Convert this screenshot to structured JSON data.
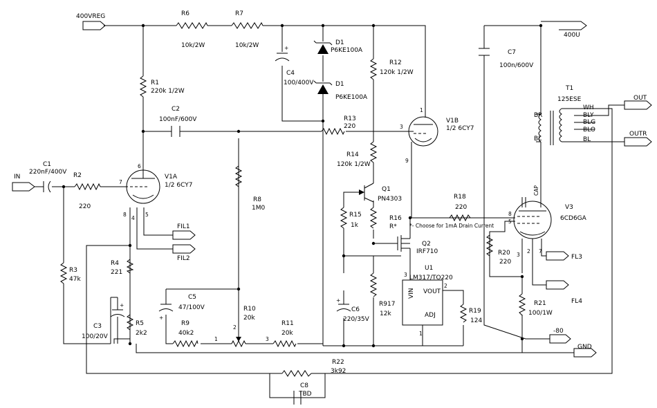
{
  "ports": {
    "v400reg": "400VREG",
    "in": "IN",
    "out400u": "400U",
    "out": "OUT",
    "outr": "OUTR",
    "fil1": "FIL1",
    "fil2": "FIL2",
    "fl3": "FL3",
    "fl4": "FL4",
    "gnd": "GND",
    "neg80": "-80"
  },
  "components": {
    "r6": {
      "ref": "R6",
      "value": "10k/2W"
    },
    "r7": {
      "ref": "R7",
      "value": "10k/2W"
    },
    "r1": {
      "ref": "R1",
      "value": "220k 1/2W"
    },
    "c2": {
      "ref": "C2",
      "value": "100nF/600V"
    },
    "c4": {
      "ref": "C4",
      "value": "100/400V"
    },
    "d1a": {
      "ref": "D1",
      "value": "P6KE100A"
    },
    "d1b": {
      "ref": "D1",
      "value": "P6KE100A"
    },
    "r12": {
      "ref": "R12",
      "value": "120k 1/2W"
    },
    "r13": {
      "ref": "R13",
      "value": "220"
    },
    "r14": {
      "ref": "R14",
      "value": "120k 1/2W"
    },
    "v1b": {
      "ref": "V1B",
      "value": "1/2 6CY7"
    },
    "c7": {
      "ref": "C7",
      "value": "100n/600V"
    },
    "t1": {
      "ref": "T1",
      "value": "125ESE"
    },
    "c1": {
      "ref": "C1",
      "value": "220nF/400V"
    },
    "r2": {
      "ref": "R2",
      "value": "220"
    },
    "v1a": {
      "ref": "V1A",
      "value": "1/2 6CY7"
    },
    "r8": {
      "ref": "R8",
      "value": "1M0"
    },
    "q1": {
      "ref": "Q1",
      "value": "PN4303"
    },
    "r15": {
      "ref": "R15",
      "value": "1k"
    },
    "r16": {
      "ref": "R16",
      "value": "R*"
    },
    "note": "*- Choose for 1mA Drain Current",
    "q2": {
      "ref": "Q2",
      "value": "IRF710"
    },
    "r18": {
      "ref": "R18",
      "value": "220"
    },
    "v3": {
      "ref": "V3",
      "value": "6CD6GA"
    },
    "r3": {
      "ref": "R3",
      "value": "47k"
    },
    "r4": {
      "ref": "R4",
      "value": "221"
    },
    "c5": {
      "ref": "C5",
      "value": "47/100V"
    },
    "r10": {
      "ref": "R10",
      "value": "20k"
    },
    "u1": {
      "ref": "U1",
      "value": "LM317/TO220"
    },
    "r20": {
      "ref": "R20",
      "value": "220"
    },
    "c3": {
      "ref": "C3",
      "value": "100/20V"
    },
    "r5": {
      "ref": "R5",
      "value": "2k2"
    },
    "r9": {
      "ref": "R9",
      "value": "40k2"
    },
    "r11": {
      "ref": "R11",
      "value": "20k"
    },
    "c6": {
      "ref": "C6",
      "value": "220/35V"
    },
    "r917": {
      "ref": "R917",
      "value": "12k"
    },
    "r19": {
      "ref": "R19",
      "value": "124"
    },
    "r21": {
      "ref": "R21",
      "value": "100/1W"
    },
    "r22": {
      "ref": "R22",
      "value": "3k92"
    },
    "c8": {
      "ref": "C8",
      "value": "TBD"
    }
  },
  "u1_pins": {
    "vin": "VIN",
    "vout": "VOUT",
    "adj": "ADJ"
  },
  "t1_pins": {
    "br": "BR",
    "bl": "BL",
    "wh": "WH",
    "bly": "BLY",
    "blg": "BLG",
    "blo": "BLO",
    "blp": "BL"
  },
  "v3_cap": "CAP",
  "pins": {
    "v1b_1": "1",
    "v1b_3": "3",
    "v1b_9": "9",
    "v1a_6": "6",
    "v1a_7": "7",
    "v1a_8": "8",
    "v1a_4": "4",
    "v1a_5": "5",
    "v3_8": "8",
    "v3_5": "5",
    "v3_3": "3",
    "v3_2": "2",
    "v3_7": "7",
    "r10_1": "1",
    "r10_2": "2",
    "r10_3": "3",
    "u1_1": "1",
    "u1_2": "2",
    "u1_3": "3"
  }
}
